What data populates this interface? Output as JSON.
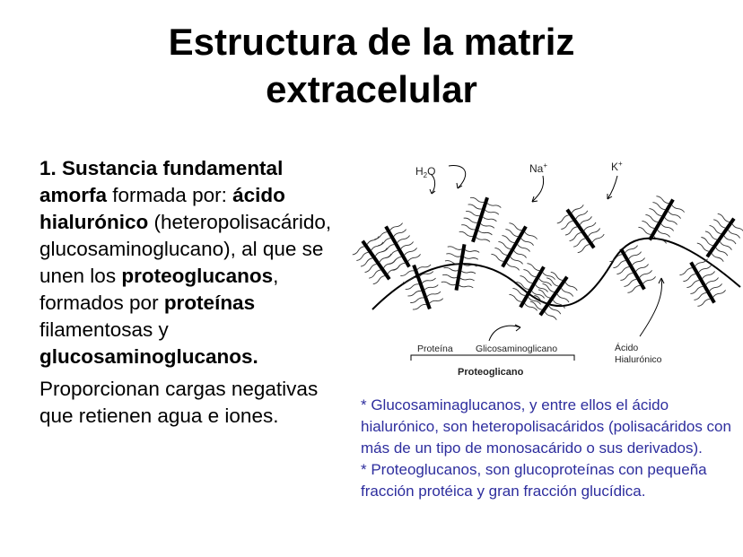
{
  "slide": {
    "title_line1": "Estructura de la matriz",
    "title_line2": "extracelular",
    "para1": {
      "t1": "1. Sustancia fundamental amorfa",
      "t2": " formada por: ",
      "t3": "ácido hialurónico",
      "t4": " (heteropolisacárido, glucosaminoglucano), al que se unen los ",
      "t5": "proteoglucanos",
      "t6": ", formados por ",
      "t7": "proteínas",
      "t8": " filamentosas y ",
      "t9": "glucosaminoglucanos."
    },
    "para2": "Proporcionan cargas negativas que retienen agua e iones.",
    "note_line1": "* Glucosaminaglucanos, y entre ellos el ácido hialurónico, son heteropolisacáridos (polisacáridos  con más de un tipo de monosacárido o sus derivados).",
    "note_line2": "* Proteoglucanos, son glucoproteínas con pequeña fracción protéica y gran fracción glucídica."
  },
  "diagram": {
    "h2o": "H",
    "h2o_sub": "2",
    "h2o_end": "O",
    "na": "Na",
    "na_sup": "+",
    "k": "K",
    "k_sup": "+",
    "label_proteina": "Proteína",
    "label_gag": "Glicosaminoglicano",
    "label_proteoglicano": "Proteoglicano",
    "label_acido1": "Ácido",
    "label_acido2": "Hialurónico"
  }
}
